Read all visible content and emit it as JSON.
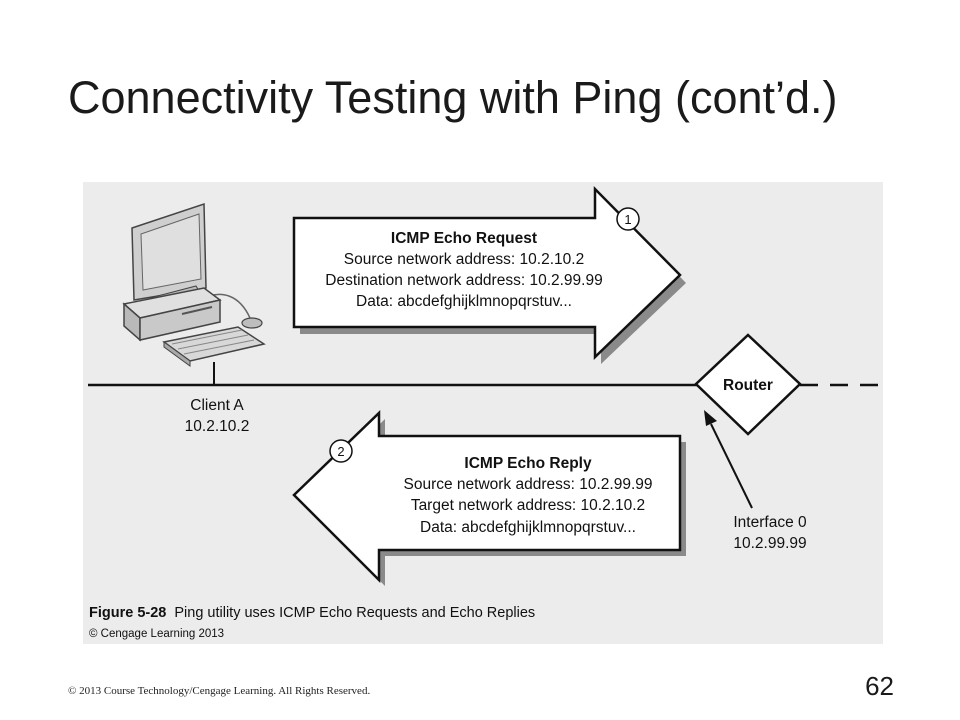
{
  "slide": {
    "title": "Connectivity Testing with Ping (cont’d.)",
    "footer": "© 2013 Course Technology/Cengage Learning. All Rights Reserved.",
    "page_number": "62"
  },
  "diagram": {
    "request": {
      "step": "1",
      "title": "ICMP Echo Request",
      "lines": [
        "Source network address: 10.2.10.2",
        "Destination network address: 10.2.99.99",
        "Data: abcdefghijklmnopqrstuv..."
      ]
    },
    "reply": {
      "step": "2",
      "title": "ICMP Echo Reply",
      "lines": [
        "Source network address: 10.2.99.99",
        "Target network address: 10.2.10.2",
        "Data: abcdefghijklmnopqrstuv..."
      ]
    },
    "client": {
      "name": "Client A",
      "ip": "10.2.10.2"
    },
    "router": {
      "label": "Router"
    },
    "interface": {
      "name": "Interface 0",
      "ip": "10.2.99.99"
    }
  },
  "caption": {
    "figure_label": "Figure 5-28",
    "text": "Ping utility uses ICMP Echo Requests and Echo Replies",
    "credit": "© Cengage Learning 2013"
  }
}
